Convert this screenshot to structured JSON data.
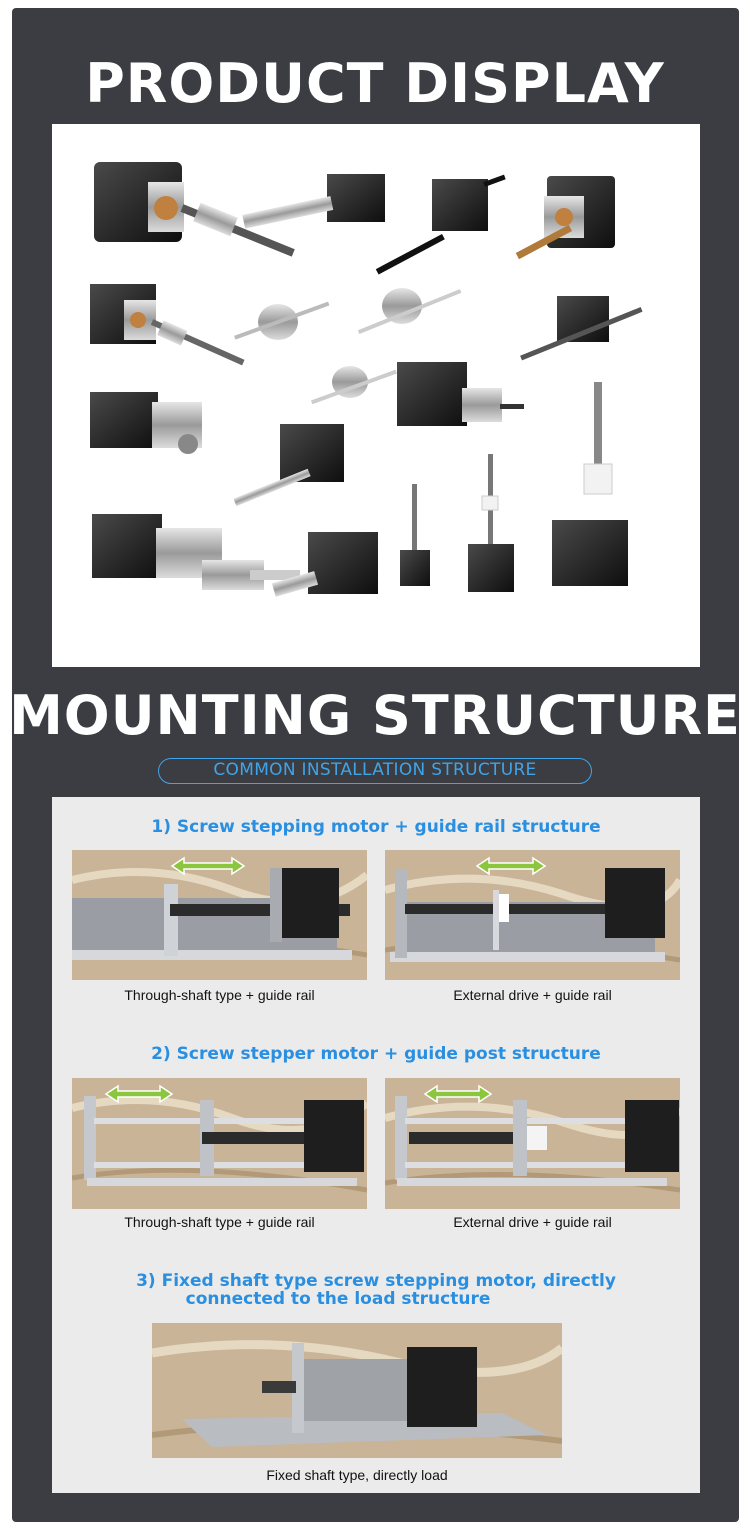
{
  "headings": {
    "product_display": "PRODUCT DISPLAY",
    "mounting_structure": "MOUNTING STRUCTURE"
  },
  "subtitle": "COMMON INSTALLATION STRUCTURE",
  "sections": [
    {
      "title": "1) Screw stepping motor + guide rail structure",
      "captions": [
        "Through-shaft type + guide rail",
        "External drive + guide rail"
      ]
    },
    {
      "title": "2) Screw stepper motor + guide post structure",
      "captions": [
        "Through-shaft type + guide rail",
        "External drive + guide rail"
      ]
    },
    {
      "title_line1": "3) Fixed shaft type screw stepping motor, directly",
      "title_line2": "connected to the load structure",
      "captions": [
        "Fixed shaft type, directly load"
      ]
    }
  ],
  "colors": {
    "panel": "#3c3d42",
    "accent": "#2a8fe0",
    "pill": "#3fa4e8",
    "arrow": "#8cc63f"
  }
}
